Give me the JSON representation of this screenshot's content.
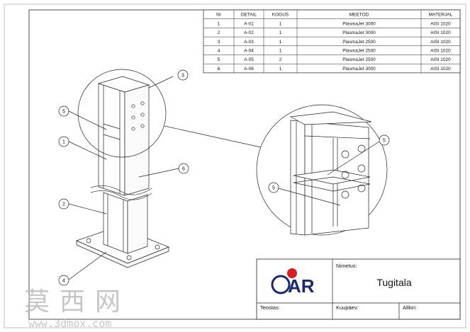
{
  "bom_table": {
    "headers": [
      "Nr",
      "DETAIL",
      "KOGUS",
      "MEETOD",
      "MATERJAL"
    ],
    "rows": [
      [
        "1",
        "A-01",
        "1",
        "PlasmaJet 3000",
        "AISI 1020"
      ],
      [
        "2",
        "A-02",
        "1",
        "PlasmaJet 3000",
        "AISI 1020"
      ],
      [
        "3",
        "A-03",
        "1",
        "PlasmaJet 2500",
        "AISI 1020"
      ],
      [
        "4",
        "A-04",
        "1",
        "PlasmaJet 2500",
        "AISI 1020"
      ],
      [
        "5",
        "A-05",
        "2",
        "PlasmaJet 2500",
        "AISI 1020"
      ],
      [
        "6",
        "A-06",
        "1",
        "PlasmaJet 3000",
        "AISI 1020"
      ]
    ]
  },
  "balloons": {
    "main": [
      "3",
      "5",
      "1",
      "6",
      "2",
      "4"
    ],
    "detail": [
      "5",
      "5"
    ]
  },
  "title_block": {
    "logo_text": "AR",
    "name_label": "Nimetus:",
    "name_value": "Tugitala",
    "author_label": "Teostas:",
    "date_label": "Kuupäev:",
    "signature_label": "Allkiri:"
  },
  "watermark": {
    "chinese": "莫西网",
    "url": "www.3dmox.com"
  },
  "colors": {
    "line": "#222222",
    "logo_blue": "#1a2a6c",
    "logo_red": "#d92020",
    "watermark": "#bdbdbd"
  }
}
